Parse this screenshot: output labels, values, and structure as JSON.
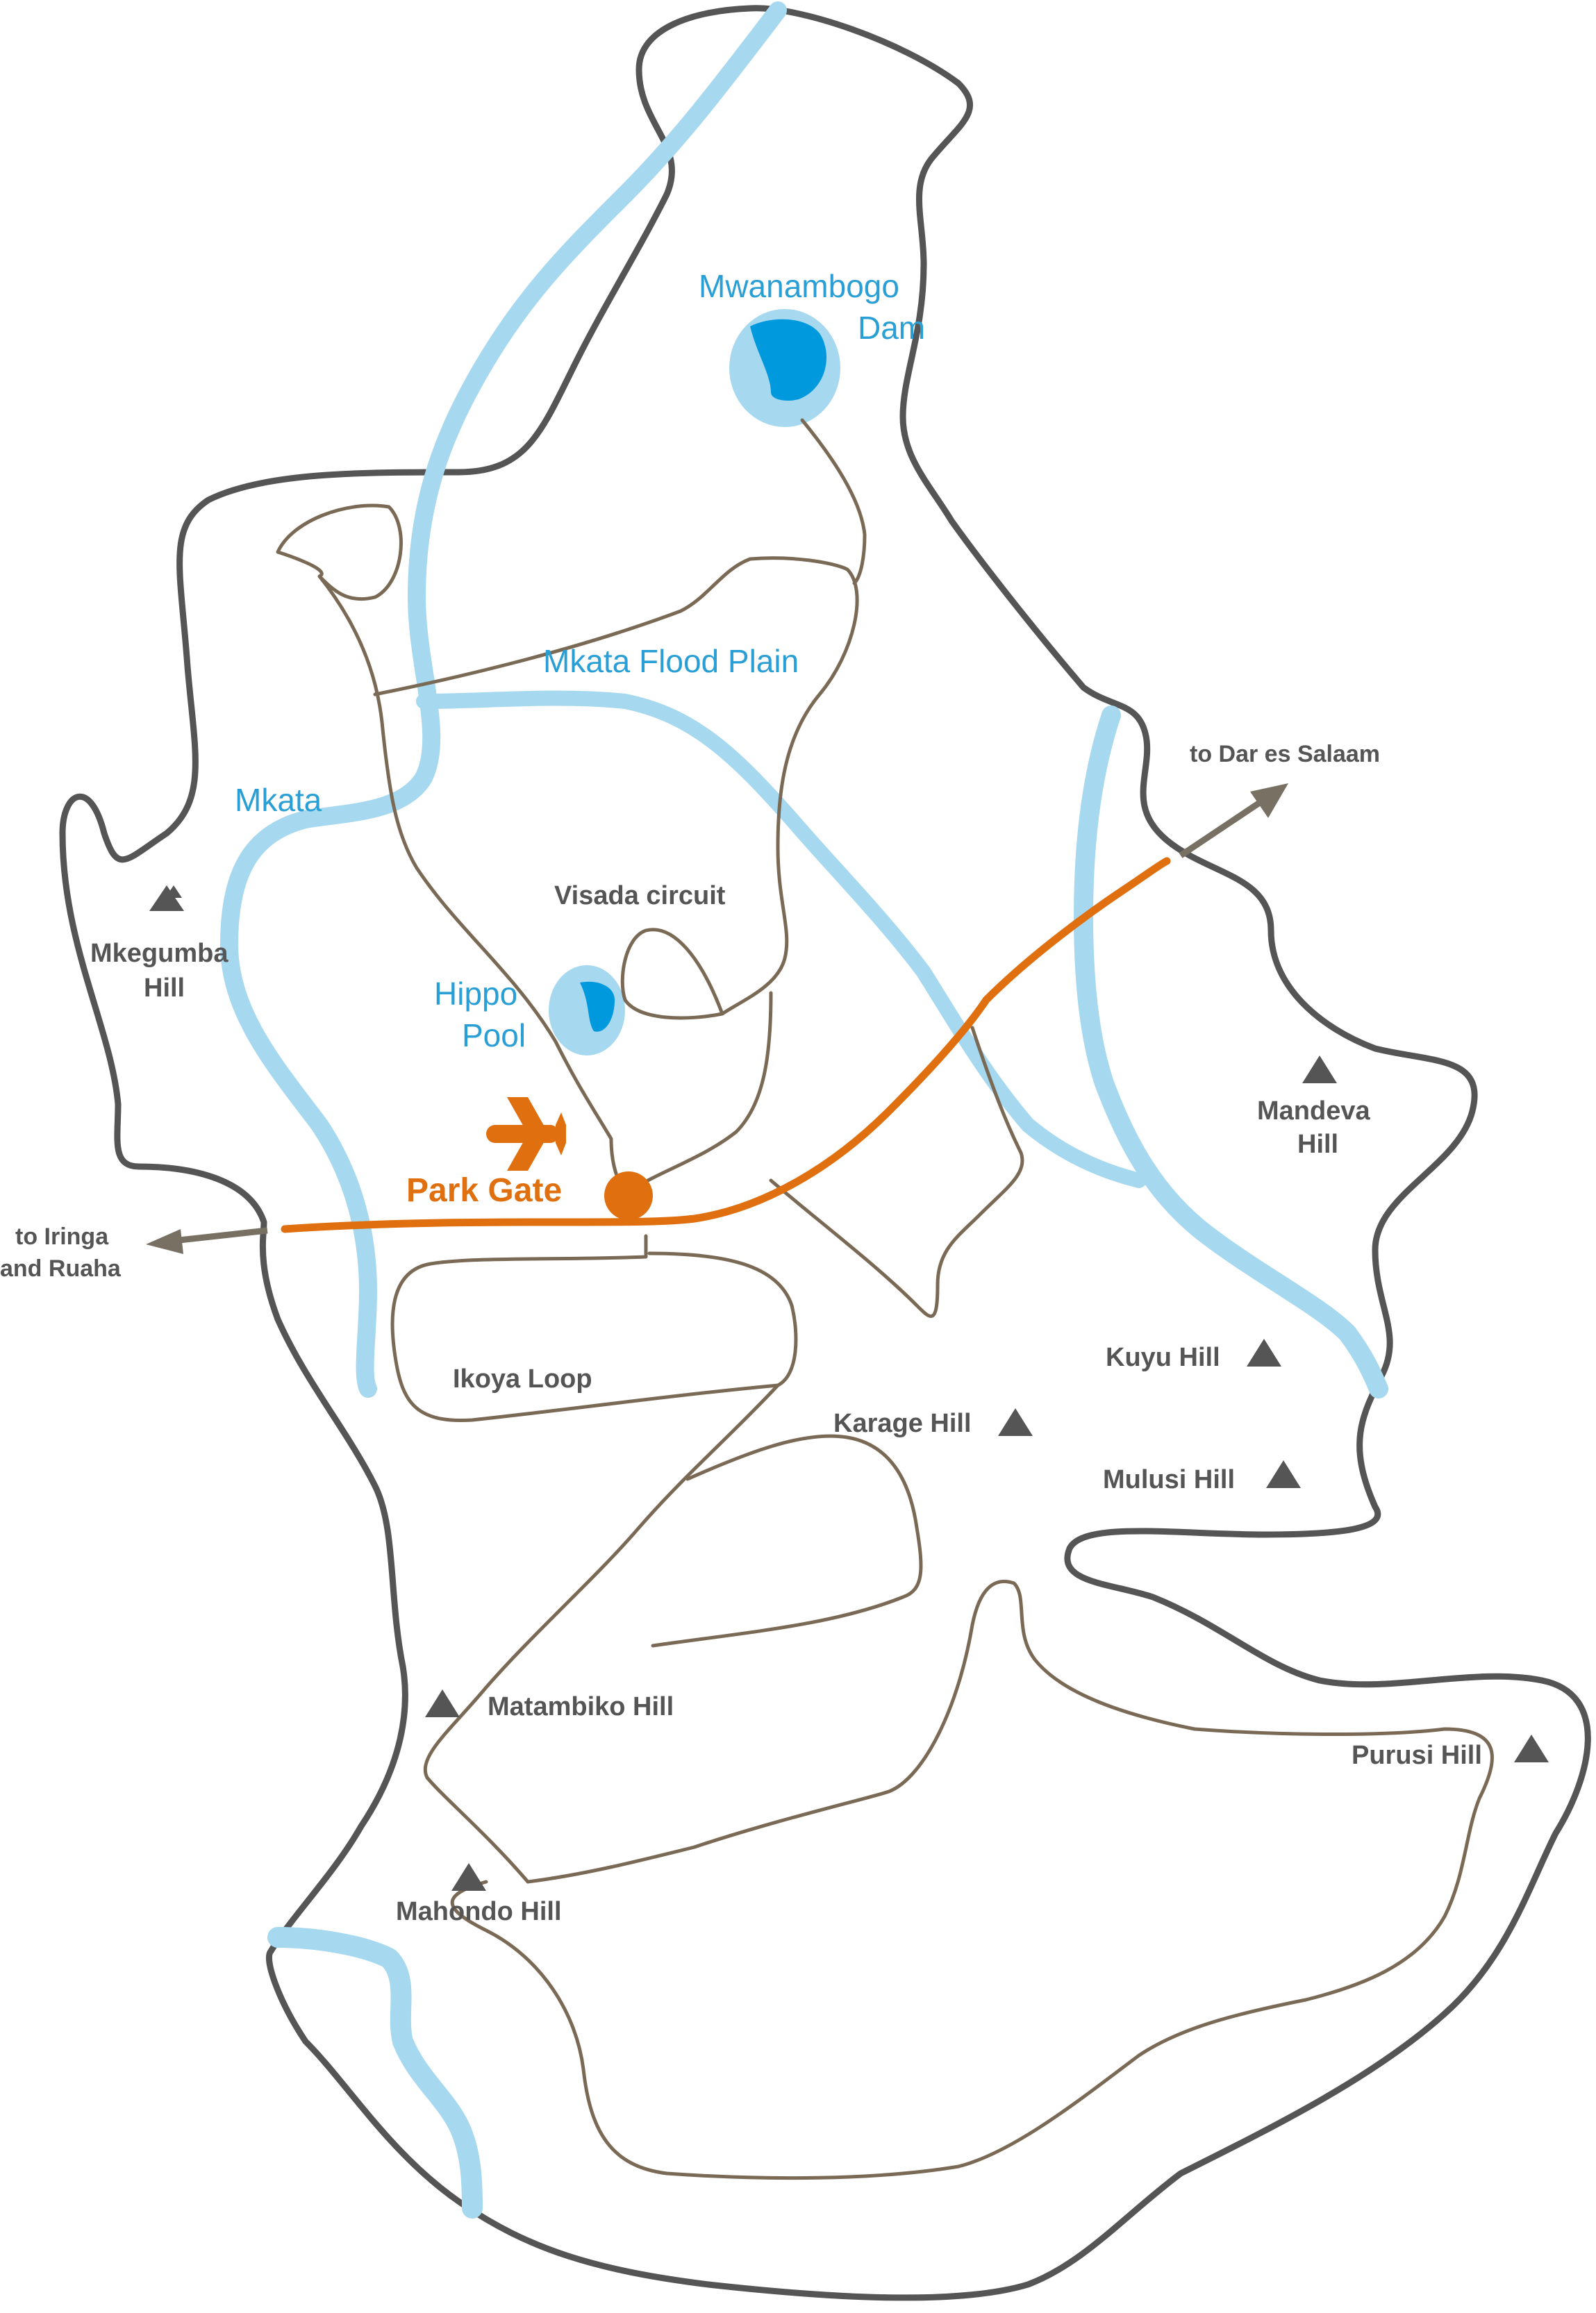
{
  "colors": {
    "boundary": "#555555",
    "river": "#a6d8f0",
    "water_deep": "#0099dd",
    "track": "#7a6a55",
    "main_road": "#e0700f",
    "hill": "#555555",
    "arrow": "#777063"
  },
  "water_labels": {
    "dam_line1": "Mwanambogo",
    "dam_line2": "Dam",
    "flood_plain": "Mkata Flood Plain",
    "river_mkata": "Mkata",
    "hippo_line1": "Hippo",
    "hippo_line2": "Pool"
  },
  "place_labels": {
    "visada": "Visada circuit",
    "ikoya": "Ikoya Loop",
    "park_gate": "Park Gate"
  },
  "hills": {
    "mkegumba_line1": "Mkegumba",
    "mkegumba_line2": "Hill",
    "mandeva_line1": "Mandeva",
    "mandeva_line2": "Hill",
    "kuyu": "Kuyu Hill",
    "karage": "Karage Hill",
    "mulusi": "Mulusi Hill",
    "matambiko": "Matambiko Hill",
    "purusi": "Purusi Hill",
    "mahondo": "Mahondo Hill"
  },
  "destinations": {
    "dar_es_salaam": "to Dar es Salaam",
    "iringa_line1": "to Iringa",
    "iringa_line2": "and Ruaha"
  },
  "icons": {
    "airport": "airplane-icon",
    "gate": "park-gate-marker",
    "hill": "triangle-hill-icon"
  }
}
